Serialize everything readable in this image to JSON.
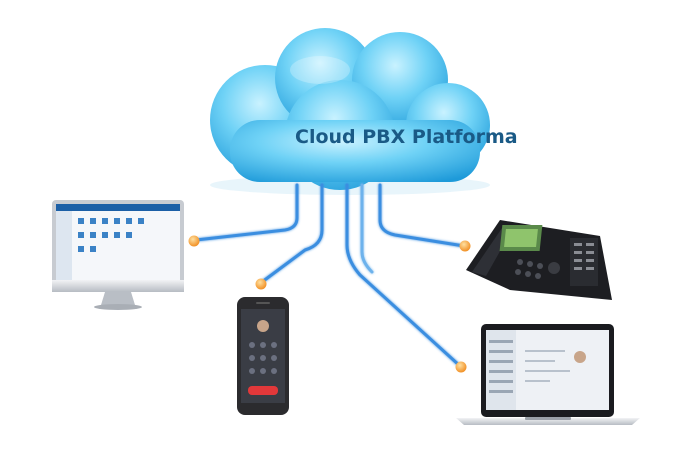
{
  "diagram": {
    "cloud_label": "Cloud PBX Platforma",
    "devices": [
      {
        "name": "desktop-computer",
        "icon": "desktop-monitor-icon"
      },
      {
        "name": "ip-desk-phone",
        "icon": "desk-phone-icon"
      },
      {
        "name": "smartphone",
        "icon": "smartphone-icon"
      },
      {
        "name": "laptop",
        "icon": "laptop-icon"
      }
    ],
    "colors": {
      "cloud": "#4cc3f0",
      "cloud_dark": "#1b8fd0",
      "connector_line": "#3a8ee0",
      "connector_dot": "#f4a23a"
    }
  }
}
